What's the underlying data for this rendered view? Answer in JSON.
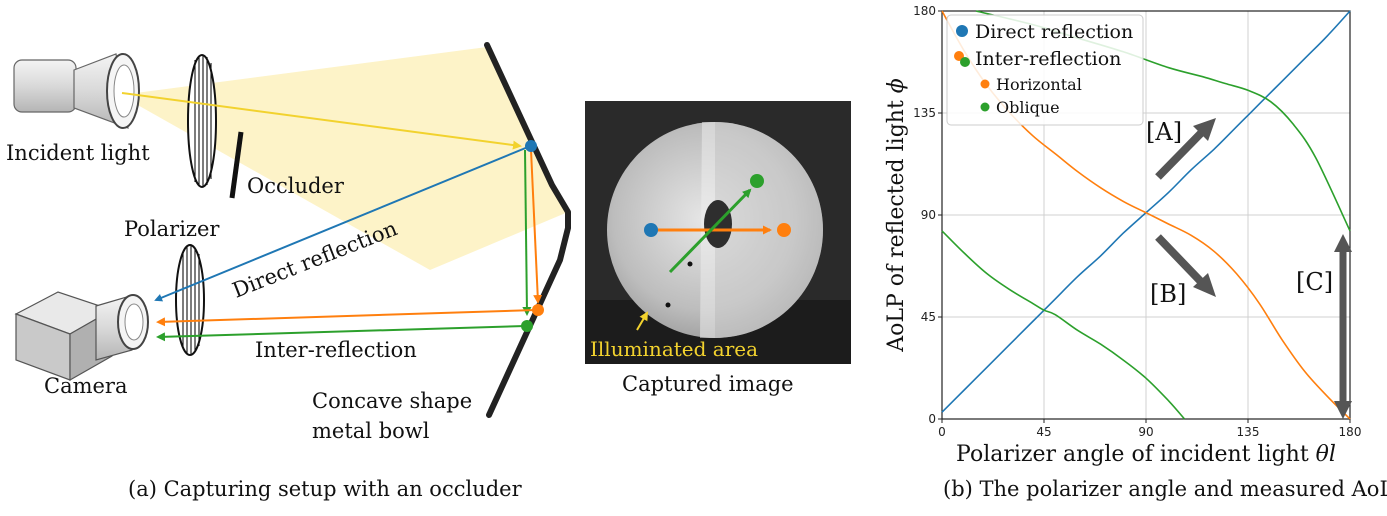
{
  "setup": {
    "incident_light": "Incident light",
    "polarizer": "Polarizer",
    "occluder": "Occluder",
    "direct_reflection": "Direct reflection",
    "inter_reflection": "Inter-reflection",
    "camera": "Camera",
    "bowl_line1": "Concave shape",
    "bowl_line2": "metal bowl",
    "illuminated_area": "Illuminated area",
    "captured_image": "Captured image"
  },
  "captions": {
    "a": "(a) Capturing setup with an occluder",
    "b": "(b) The polarizer angle and measured AoLP"
  },
  "colors": {
    "direct": "#1f77b4",
    "inter_horizontal": "#ff7f0e",
    "inter_oblique": "#2ca02c",
    "light_ray": "#f2d22e",
    "light_cone": "#fdf3c8",
    "arrow_gray": "#555555"
  },
  "chart_data": {
    "type": "line",
    "xlabel": "Polarizer angle of incident light θl",
    "ylabel": "AoLP of reflected light ϕ",
    "xlim": [
      0,
      180
    ],
    "ylim": [
      0,
      180
    ],
    "xticks": [
      "0",
      "45",
      "90",
      "135",
      "180"
    ],
    "yticks": [
      "0",
      "45",
      "90",
      "135",
      "180"
    ],
    "grid": true,
    "legend_position": "top-left",
    "legend": {
      "direct": "Direct reflection",
      "inter": "Inter-reflection",
      "horizontal": "Horizontal",
      "oblique": "Oblique"
    },
    "annotations": [
      "[A]",
      "[B]",
      "[C]"
    ],
    "series": [
      {
        "key": "direct",
        "color": "#1f77b4",
        "x": [
          0,
          10,
          20,
          30,
          40,
          45,
          50,
          60,
          70,
          80,
          90,
          100,
          110,
          120,
          130,
          135,
          140,
          150,
          160,
          170,
          180
        ],
        "y": [
          3,
          13,
          23,
          33,
          43,
          48,
          53,
          63,
          72,
          82,
          91,
          100,
          110,
          119,
          129,
          134,
          139,
          149,
          159,
          169,
          180
        ]
      },
      {
        "key": "horizontal",
        "color": "#ff7f0e",
        "x": [
          0,
          10,
          20,
          30,
          40,
          50,
          60,
          70,
          80,
          90,
          100,
          110,
          120,
          130,
          140,
          150,
          160,
          170,
          180
        ],
        "y": [
          180,
          162,
          147,
          135,
          125,
          117,
          109,
          102,
          96,
          91,
          86,
          81,
          74,
          64,
          51,
          35,
          21,
          10,
          0
        ]
      },
      {
        "key": "oblique_upper",
        "color": "#2ca02c",
        "x": [
          15,
          40,
          60,
          80,
          100,
          115,
          125,
          135,
          145,
          155,
          165,
          180
        ],
        "y": [
          180,
          174,
          168,
          162,
          155,
          151,
          148,
          145,
          140,
          130,
          115,
          83
        ]
      },
      {
        "key": "oblique_lower",
        "color": "#2ca02c",
        "x": [
          0,
          10,
          20,
          30,
          40,
          45,
          50,
          60,
          70,
          80,
          90,
          100,
          107
        ],
        "y": [
          83,
          73,
          64,
          57,
          51,
          48,
          46,
          39,
          33,
          26,
          18,
          8,
          0
        ]
      }
    ]
  }
}
